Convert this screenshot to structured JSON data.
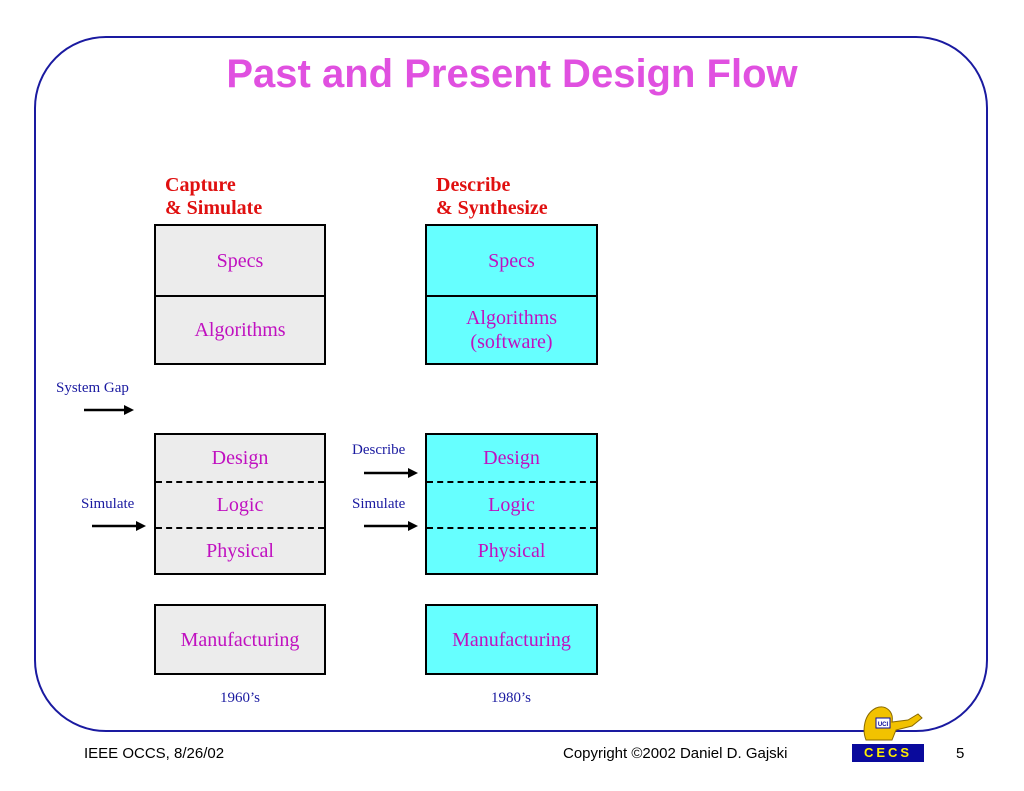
{
  "slide": {
    "title": "Past and Present Design Flow"
  },
  "left_column": {
    "header_line1": "Capture",
    "header_line2": "& Simulate",
    "specs": "Specs",
    "algorithms": "Algorithms",
    "design": "Design",
    "logic": "Logic",
    "physical": "Physical",
    "manufacturing": "Manufacturing",
    "era": "1960’s",
    "box_color": "#ececec"
  },
  "right_column": {
    "header_line1": "Describe",
    "header_line2": "& Synthesize",
    "specs": "Specs",
    "algorithms_line1": "Algorithms",
    "algorithms_line2": "(software)",
    "design": "Design",
    "logic": "Logic",
    "physical": "Physical",
    "manufacturing": "Manufacturing",
    "era": "1980’s",
    "box_color": "#66ffff"
  },
  "labels": {
    "system_gap": "System Gap",
    "simulate_left": "Simulate",
    "describe_right": "Describe",
    "simulate_right": "Simulate"
  },
  "footer": {
    "left": "IEEE OCCS, 8/26/02",
    "copyright": "Copyright ©2002 Daniel D. Gajski",
    "page_number": "5",
    "logo_text": "CECS",
    "logo_small_text": "UCI"
  },
  "colors": {
    "title": "#e050e0",
    "header": "#e01010",
    "cell_text": "#c010c0",
    "label_text": "#1a1aa0",
    "frame": "#1a1aa0"
  }
}
